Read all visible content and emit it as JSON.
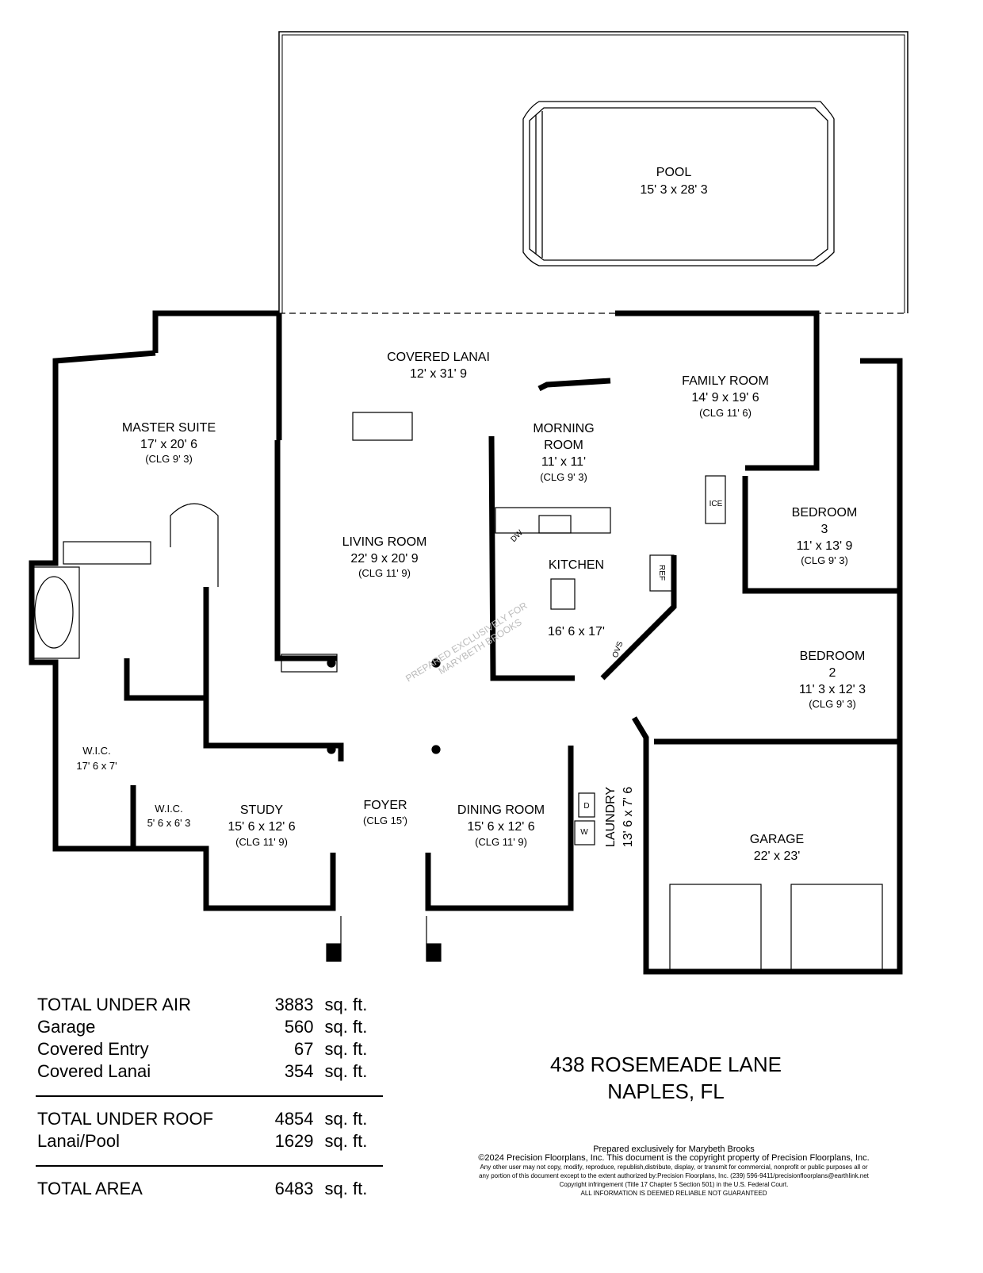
{
  "rooms": {
    "pool": {
      "name": "POOL",
      "dims": "15' 3 x 28' 3"
    },
    "covered_lanai": {
      "name": "COVERED LANAI",
      "dims": "12' x 31' 9"
    },
    "family_room": {
      "name": "FAMILY ROOM",
      "dims": "14' 9 x 19' 6",
      "ceiling": "(CLG 11' 6)"
    },
    "master_suite": {
      "name": "MASTER SUITE",
      "dims": "17' x 20' 6",
      "ceiling": "(CLG 9' 3)"
    },
    "morning_room": {
      "name1": "MORNING",
      "name2": "ROOM",
      "dims": "11' x 11'",
      "ceiling": "(CLG 9' 3)"
    },
    "living_room": {
      "name": "LIVING ROOM",
      "dims": "22' 9 x 20' 9",
      "ceiling": "(CLG 11' 9)"
    },
    "kitchen": {
      "name": "KITCHEN",
      "dims": "16' 6 x 17'"
    },
    "bedroom3": {
      "name": "BEDROOM",
      "num": "3",
      "dims": "11' x 13' 9",
      "ceiling": "(CLG 9' 3)"
    },
    "bedroom2": {
      "name": "BEDROOM",
      "num": "2",
      "dims": "11' 3 x 12' 3",
      "ceiling": "(CLG 9' 3)"
    },
    "wic_master": {
      "name": "W.I.C.",
      "dims": "17' 6 x 7'"
    },
    "wic_small": {
      "name": "W.I.C.",
      "dims": "5' 6 x 6' 3"
    },
    "study": {
      "name": "STUDY",
      "dims": "15' 6 x 12' 6",
      "ceiling": "(CLG 11' 9)"
    },
    "foyer": {
      "name": "FOYER",
      "ceiling": "(CLG 15')"
    },
    "dining_room": {
      "name": "DINING ROOM",
      "dims": "15' 6 x 12' 6",
      "ceiling": "(CLG 11' 9)"
    },
    "laundry": {
      "name": "LAUNDRY",
      "dims": "13' 6 x 7' 6"
    },
    "garage": {
      "name": "GARAGE",
      "dims": "22' x 23'"
    }
  },
  "appliances": {
    "dw": "DW",
    "ref": "REF",
    "ovs": "OVS",
    "ice": "ICE",
    "washer": "W",
    "dryer": "D"
  },
  "watermark": {
    "line1": "PREPARED EXCLUSIVELY FOR",
    "line2": "MARYBETH BROOKS"
  },
  "totals": [
    {
      "label": "TOTAL UNDER AIR",
      "value": "3883",
      "unit": "sq. ft."
    },
    {
      "label": "Garage",
      "value": "560",
      "unit": "sq. ft."
    },
    {
      "label": "Covered Entry",
      "value": "67",
      "unit": "sq. ft."
    },
    {
      "label": "Covered Lanai",
      "value": "354",
      "unit": "sq. ft."
    },
    {
      "label": "TOTAL UNDER ROOF",
      "value": "4854",
      "unit": "sq. ft."
    },
    {
      "label": "Lanai/Pool",
      "value": "1629",
      "unit": "sq. ft."
    },
    {
      "label": "TOTAL AREA",
      "value": "6483",
      "unit": "sq. ft."
    }
  ],
  "address": {
    "line1": "438 ROSEMEADE LANE",
    "line2": "NAPLES, FL"
  },
  "footer": {
    "prepared": "Prepared exclusively for Marybeth Brooks",
    "copyright": "©2024 Precision Floorplans, Inc.  This document is the copyright property of Precision Floorplans, Inc.",
    "line3": "Any other user may not copy, modify, reproduce, republish,distribute, display, or transmit for commercial, nonprofit or public purposes all or",
    "line4": "any portion of this document except to the extent authorized by:Precision Floorplans, Inc. (239) 596-9411/precisionfloorplans@earthlink.net",
    "line5": "Copyright infringement (Title 17 Chapter 5 Section 501) in the U.S. Federal Court.",
    "line6": "ALL INFORMATION IS DEEMED RELIABLE NOT GUARANTEED"
  }
}
